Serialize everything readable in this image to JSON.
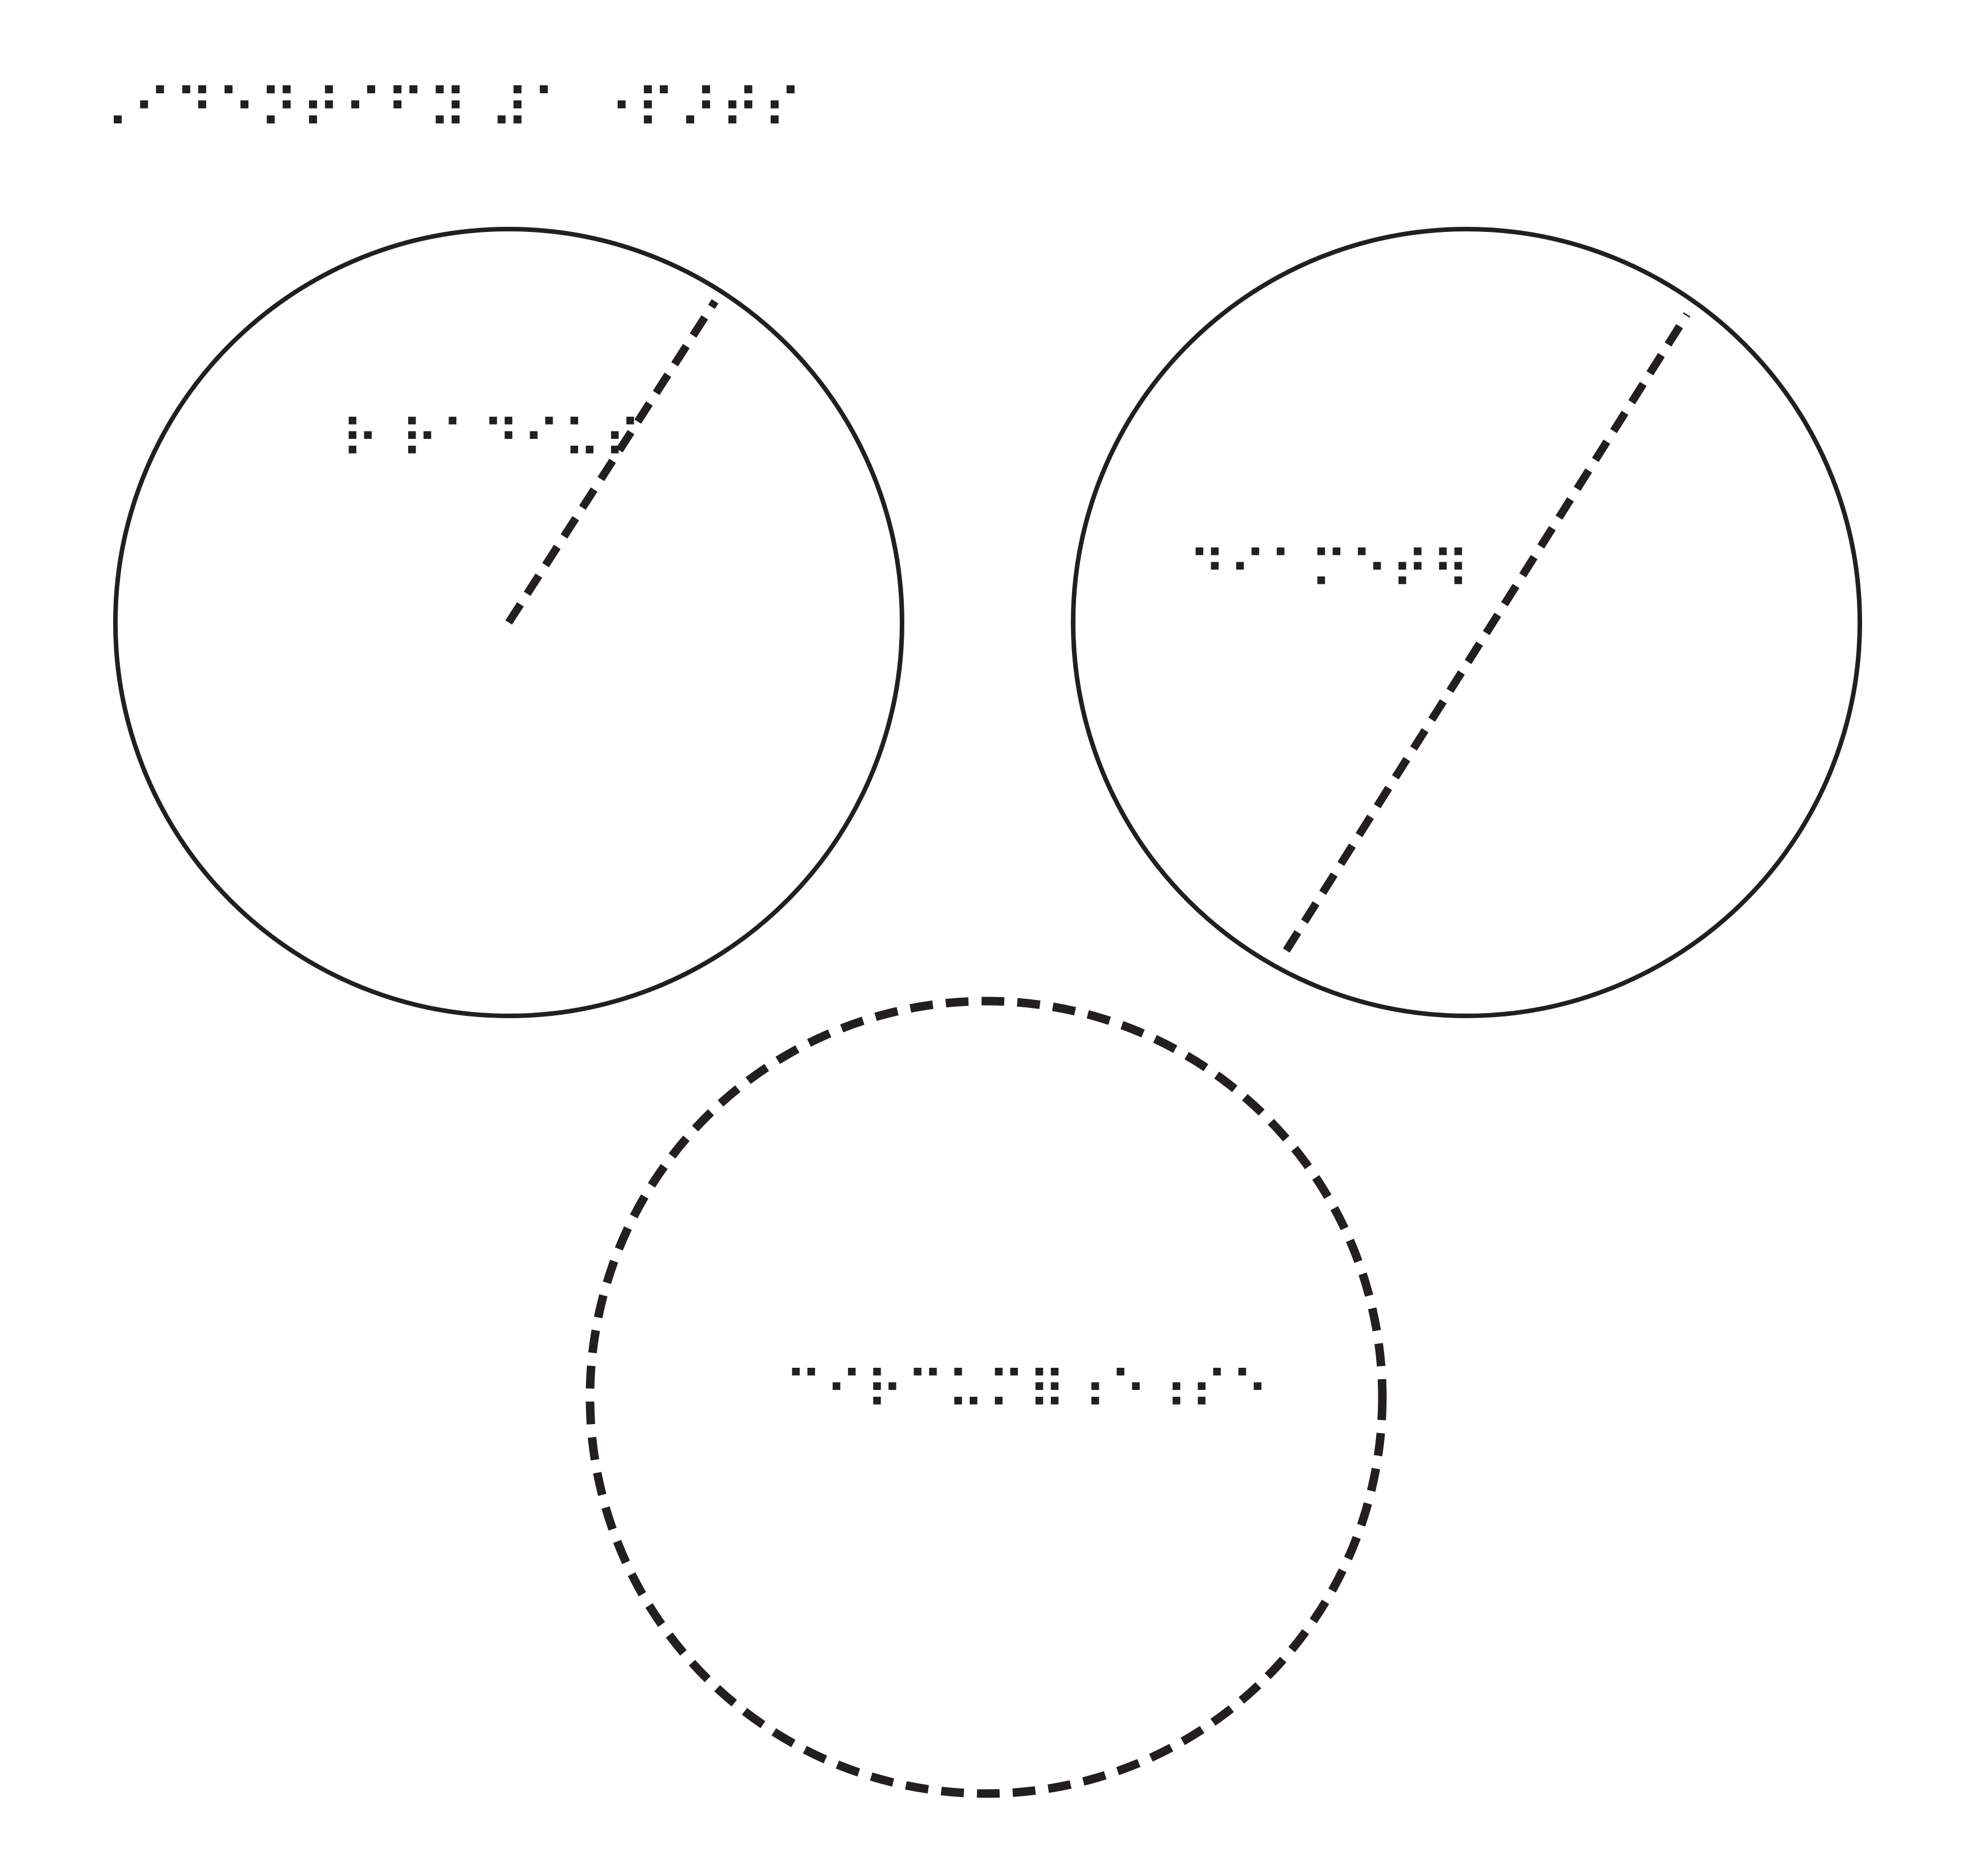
{
  "title": "⠠⠊⠙⠑⠝⠞⠊⠋⠽ ⠼⠁ ⠐⠏⠜⠞⠎",
  "shapes": [
    {
      "id": "radius-circle",
      "outline": "solid",
      "line": "radius",
      "label": "⠗ ⠗⠁⠙⠊⠥⠎"
    },
    {
      "id": "diameter-circle",
      "outline": "solid",
      "line": "diameter",
      "label": "⠙⠊⠁⠍⠑⠞⠻"
    },
    {
      "id": "circumference-circle",
      "outline": "dashed",
      "line": "none",
      "label": "⠉⠊⠗⠉⠥⠍⠿⠰⠑⠰⠎⠑"
    }
  ],
  "colors": {
    "ink": "#231f20",
    "background": "#ffffff"
  }
}
